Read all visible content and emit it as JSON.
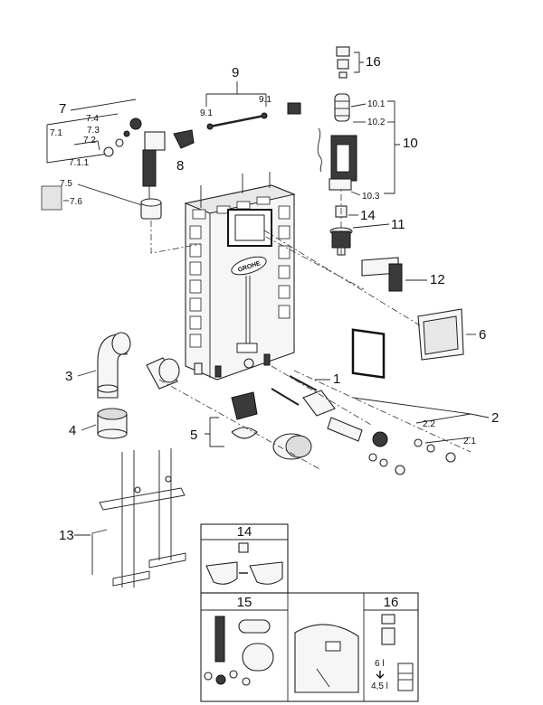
{
  "labels": {
    "l1": "1",
    "l2": "2",
    "l2_1": "2.1",
    "l2_2": "2.2",
    "l3": "3",
    "l4": "4",
    "l5": "5",
    "l6": "6",
    "l7": "7",
    "l7_1": "7.1",
    "l7_1_1": "7.1.1",
    "l7_2": "7.2",
    "l7_3": "7.3",
    "l7_4": "7.4",
    "l7_5": "7.5",
    "l7_6": "7.6",
    "l8": "8",
    "l9": "9",
    "l9_1a": "9.1",
    "l9_1b": "9.1",
    "l10": "10",
    "l10_1": "10.1",
    "l10_2": "10.2",
    "l10_3": "10.3",
    "l11": "11",
    "l12": "12",
    "l13": "13",
    "l14": "14",
    "l16": "16"
  },
  "panels": {
    "p14": "14",
    "p15": "15",
    "p16": "16",
    "vol_6": "6 l",
    "vol_45": "4,5 l"
  },
  "frame_logo": "GROHE"
}
